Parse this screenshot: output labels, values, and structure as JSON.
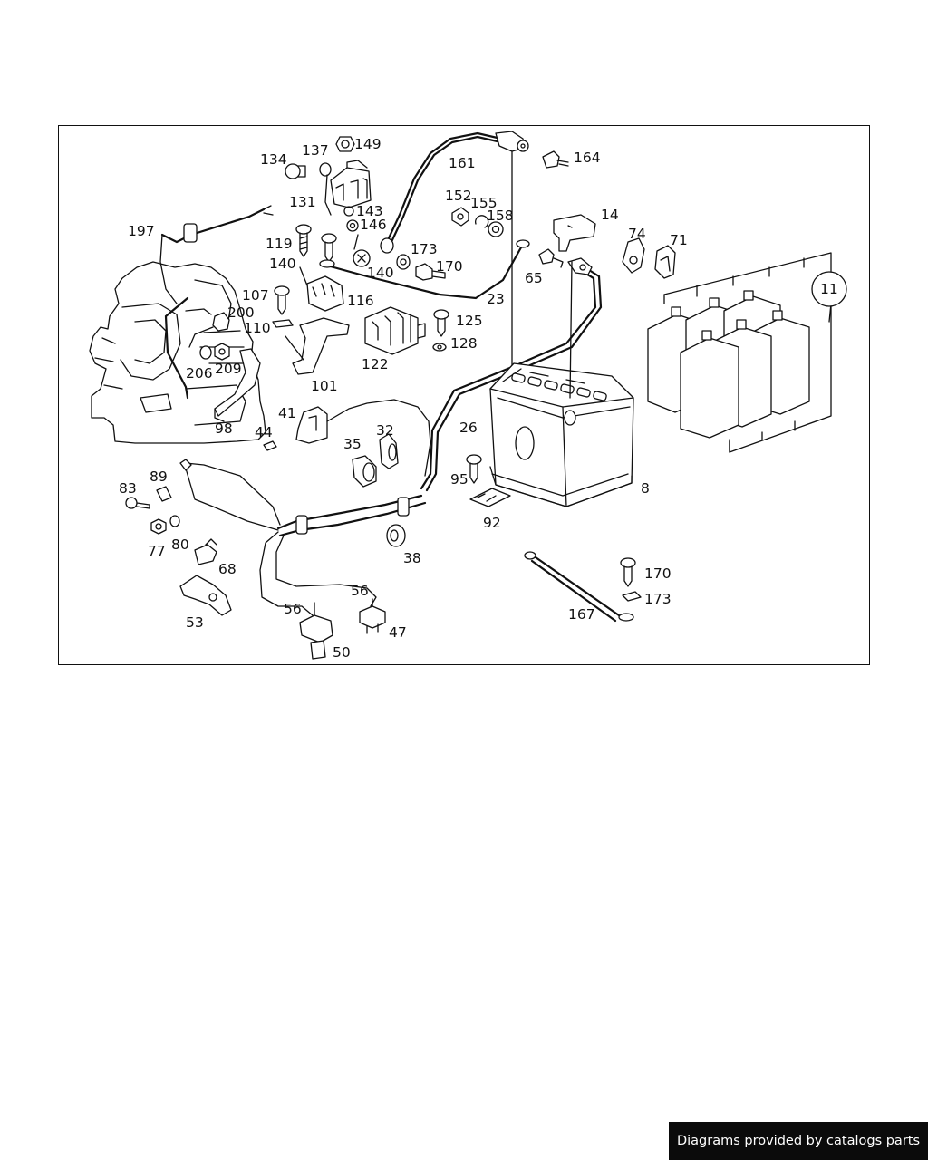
{
  "diagram": {
    "callouts": [
      "197",
      "134",
      "137",
      "149",
      "131",
      "143",
      "146",
      "119",
      "140",
      "140",
      "161",
      "164",
      "152",
      "155",
      "158",
      "173",
      "170",
      "14",
      "74",
      "71",
      "65",
      "107",
      "116",
      "200",
      "110",
      "23",
      "125",
      "128",
      "206",
      "209",
      "122",
      "101",
      "11",
      "98",
      "41",
      "44",
      "32",
      "35",
      "26",
      "95",
      "8",
      "92",
      "83",
      "89",
      "77",
      "80",
      "68",
      "53",
      "38",
      "56",
      "56",
      "47",
      "50",
      "170",
      "173",
      "167"
    ]
  },
  "footer": {
    "text": "Diagrams provided by catalogs parts"
  }
}
